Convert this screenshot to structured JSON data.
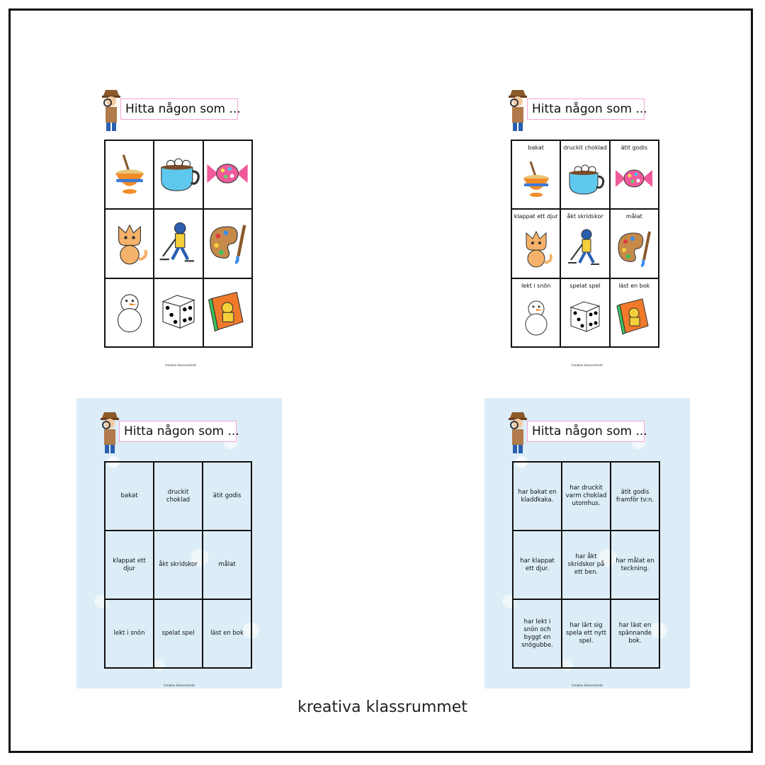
{
  "title": "Hitta någon som ...",
  "footer": "kreativa klassrummet",
  "brand": "kreativa klassrummet",
  "short_labels": [
    "bakat",
    "druckit choklad",
    "ätit godis",
    "klappat ett djur",
    "åkt skridskor",
    "målat",
    "lekt i snön",
    "spelat spel",
    "läst en bok"
  ],
  "long_labels": [
    "har bakat en kladdkaka.",
    "har druckit varm choklad utomhus.",
    "ätit godis framför tv:n.",
    "har klappat ett djur.",
    "har åkt skridskor på ett ben.",
    "har målat en teckning.",
    "har lekt i snön och byggt en snögubbe.",
    "har lärt sig spela ett nytt spel.",
    "har läst en spännande bok."
  ],
  "icons": [
    "bowl-icon",
    "cocoa-cup-icon",
    "candy-icon",
    "cat-icon",
    "ice-skater-icon",
    "paint-palette-icon",
    "snowman-icon",
    "dice-icon",
    "book-icon"
  ]
}
